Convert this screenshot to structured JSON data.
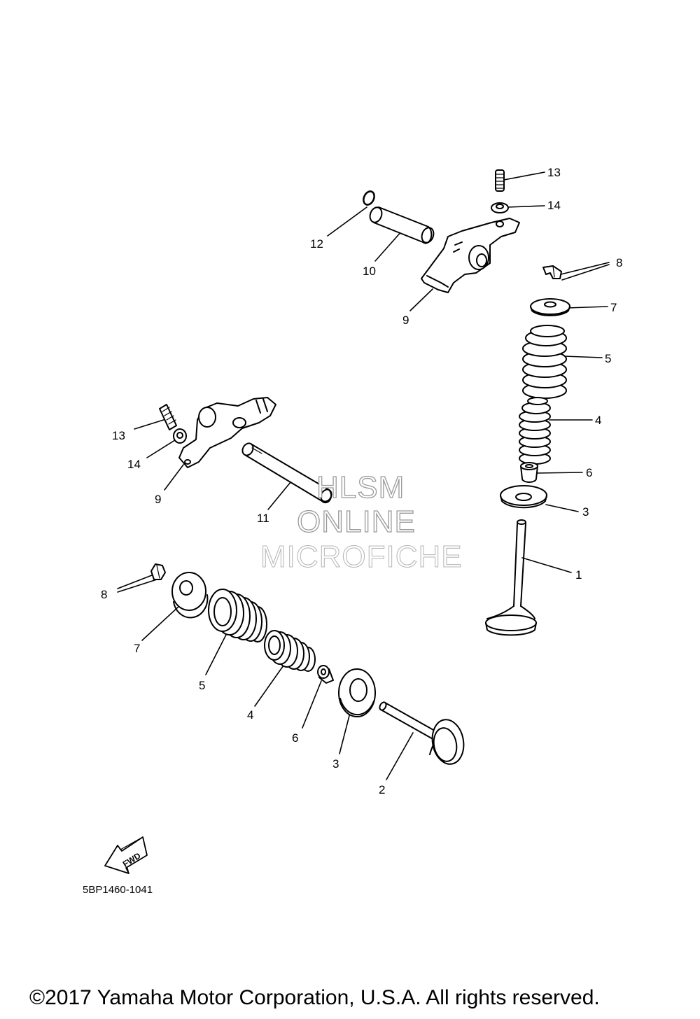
{
  "diagram": {
    "part_labels": {
      "p1": "1",
      "p2": "2",
      "p3a": "3",
      "p3b": "3",
      "p4a": "4",
      "p4b": "4",
      "p5a": "5",
      "p5b": "5",
      "p6a": "6",
      "p6b": "6",
      "p7a": "7",
      "p7b": "7",
      "p8a": "8",
      "p8b": "8",
      "p9a": "9",
      "p9b": "9",
      "p10": "10",
      "p11": "11",
      "p12": "12",
      "p13a": "13",
      "p13b": "13",
      "p14a": "14",
      "p14b": "14"
    },
    "fwd_label": "FWD",
    "diagram_code": "5BP1460-1041"
  },
  "watermark": {
    "line1": "HLSM",
    "line2": "ONLINE",
    "line3": "MICROFICHE"
  },
  "footer": {
    "copyright": "©2017 Yamaha Motor Corporation, U.S.A. All rights reserved."
  }
}
